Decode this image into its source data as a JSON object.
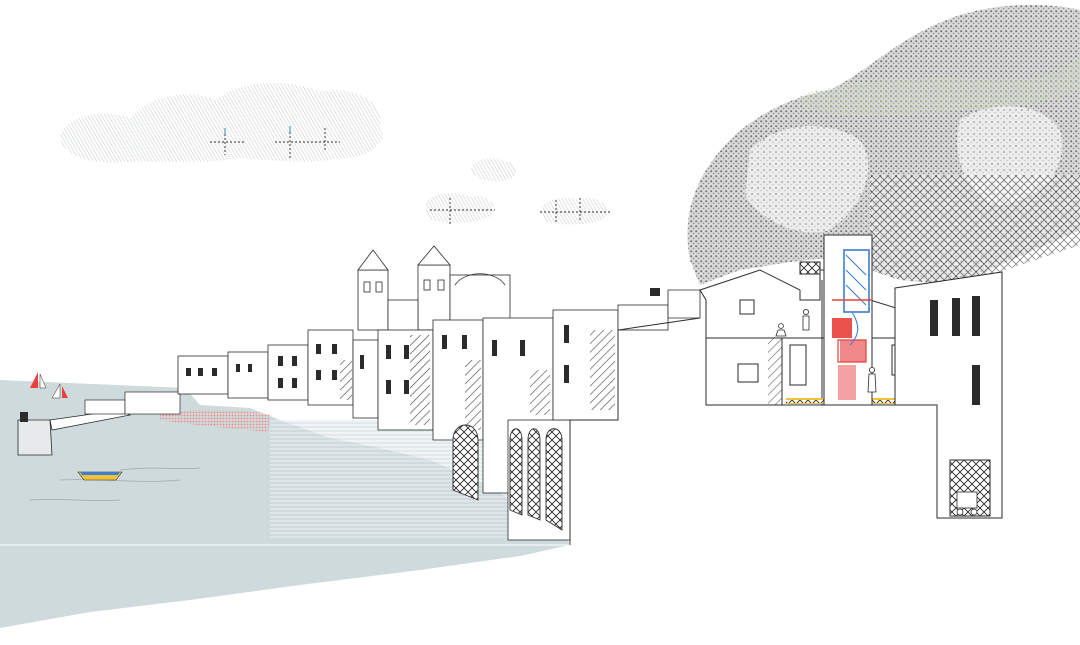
{
  "colors": {
    "background": "#ffffff",
    "sea": "#cfdadc",
    "sea_dark": "#b9c8cb",
    "cloud": "#c9d0d3",
    "rock_dark": "#6f6f6f",
    "rock_mid": "#a6a6a6",
    "rock_light": "#d7d7d7",
    "foliage": "#9fc07f",
    "building_fill": "#ffffff",
    "building_line": "#2b2b2b",
    "hatch": "#1f1f1f",
    "accent_red": "#e8403a",
    "accent_pink": "#f08a8a",
    "accent_blue": "#3b7fd0",
    "accent_yellow": "#f3c23c",
    "cross_blue": "#4aa3c8"
  },
  "elements": {
    "clouds": [
      "cloud-large",
      "cloud-small-left",
      "cloud-small-right",
      "cloud-puff"
    ],
    "boats": [
      "sailboat-red",
      "sailboat-white",
      "rowboat"
    ],
    "figures": [
      "figure-standing",
      "figure-seated",
      "figure-stairs"
    ],
    "vehicles": [
      "three-wheel-cart"
    ]
  }
}
